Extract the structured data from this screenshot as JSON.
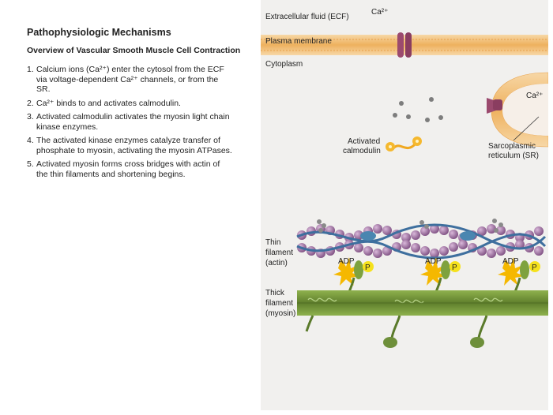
{
  "left": {
    "title": "Pathophysiologic Mechanisms",
    "subtitle": "Overview of Vascular Smooth Muscle Cell Contraction",
    "steps": [
      {
        "num": "1.",
        "text": "Calcium ions (Ca²⁺) enter the cytosol from the ECF via voltage-dependent Ca²⁺ channels, or from the SR."
      },
      {
        "num": "2.",
        "text": "Ca²⁺ binds to and activates calmodulin."
      },
      {
        "num": "3.",
        "text": "Activated calmodulin activates the myosin light chain kinase enzymes."
      },
      {
        "num": "4.",
        "text": "The activated kinase enzymes catalyze transfer of phosphate to myosin, activating the myosin ATPases."
      },
      {
        "num": "5.",
        "text": "Activated myosin forms cross bridges with actin of the thin filaments and shortening begins."
      }
    ]
  },
  "diagram": {
    "ecf_label": "Extracellular fluid (ECF)",
    "ca_ecf": "Ca²⁺",
    "membrane_label": "Plasma membrane",
    "cytoplasm_label": "Cytoplasm",
    "ca_sr": "Ca²⁺",
    "calmodulin_label_1": "Activated",
    "calmodulin_label_2": "calmodulin",
    "sr_label_1": "Sarcoplasmic",
    "sr_label_2": "reticulum (SR)",
    "thin_label_1": "Thin",
    "thin_label_2": "filament",
    "thin_label_3": "(actin)",
    "thick_label_1": "Thick",
    "thick_label_2": "filament",
    "thick_label_3": "(myosin)",
    "adp": [
      "ADP",
      "ADP",
      "ADP"
    ],
    "p": [
      "P",
      "P",
      "P"
    ],
    "colors": {
      "panel": "#f1f0ee",
      "membrane": "#f2c07a",
      "channel": "#9b4a6e",
      "actin": "#a57aa5",
      "thick": "#6e8f3a",
      "adp_star": "#f5b800",
      "phosphate": "#f5e11c"
    }
  }
}
